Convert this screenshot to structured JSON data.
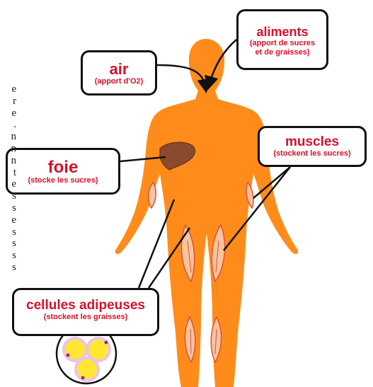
{
  "labels": {
    "aliments": {
      "title": "aliments",
      "subtitle_line1": "(apport de sucres",
      "subtitle_line2": "et de graisses)"
    },
    "air": {
      "title": "air",
      "subtitle": "(apport  d'O2)"
    },
    "muscles": {
      "title": "muscles",
      "subtitle": "(stockent les sucres)"
    },
    "foie": {
      "title": "foie",
      "subtitle": "(stocke les sucres)"
    },
    "cellules": {
      "title": "cellules adipeuses",
      "subtitle": "(stockent les graisses)"
    }
  },
  "side_text_letters": [
    "e",
    "r",
    "e",
    ".",
    "n",
    "n",
    "n",
    "t",
    "e",
    "s",
    "s",
    "e",
    "s",
    "s",
    "s",
    "s"
  ],
  "colors": {
    "body": "#ff8c1a",
    "label_text": "#d8102a",
    "border": "#111111",
    "liver": "#8a4a2c",
    "muscle": "#f7c59f",
    "muscle_stripe": "#e05038",
    "fat_cell": "#ffe733",
    "fat_cell_ring": "#e8c4ea"
  }
}
